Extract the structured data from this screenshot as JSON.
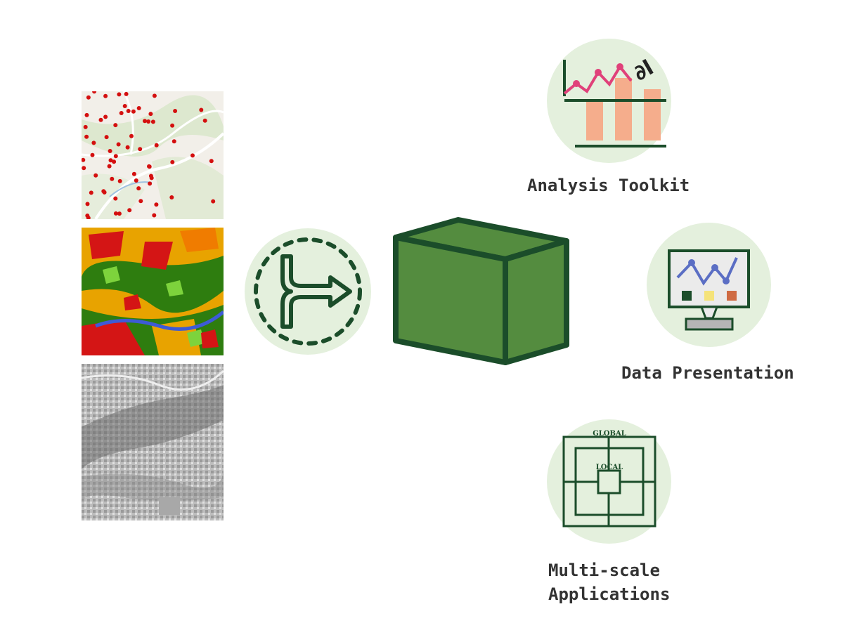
{
  "outputs": {
    "analysis": {
      "label": "Analysis Toolkit"
    },
    "presentation": {
      "label": "Data Presentation"
    },
    "multiscale": {
      "label_line1": "Multi-scale",
      "label_line2": "Applications",
      "outer_text": "GLOBAL",
      "inner_text": "LOCAL"
    }
  },
  "colors": {
    "dark_green": "#1b4d2a",
    "box_green": "#548c3f",
    "circle_bg": "#e4f0dd",
    "bar_salmon": "#f5ad8c",
    "line_pink": "#e0417a",
    "line_blue": "#5b6ec4"
  },
  "icons": {
    "inputs": [
      "points-map-tile",
      "land-cover-map-tile",
      "elevation-hillshade-tile"
    ],
    "merge": "merge-arrow-icon",
    "database": "data-cube-icon"
  }
}
